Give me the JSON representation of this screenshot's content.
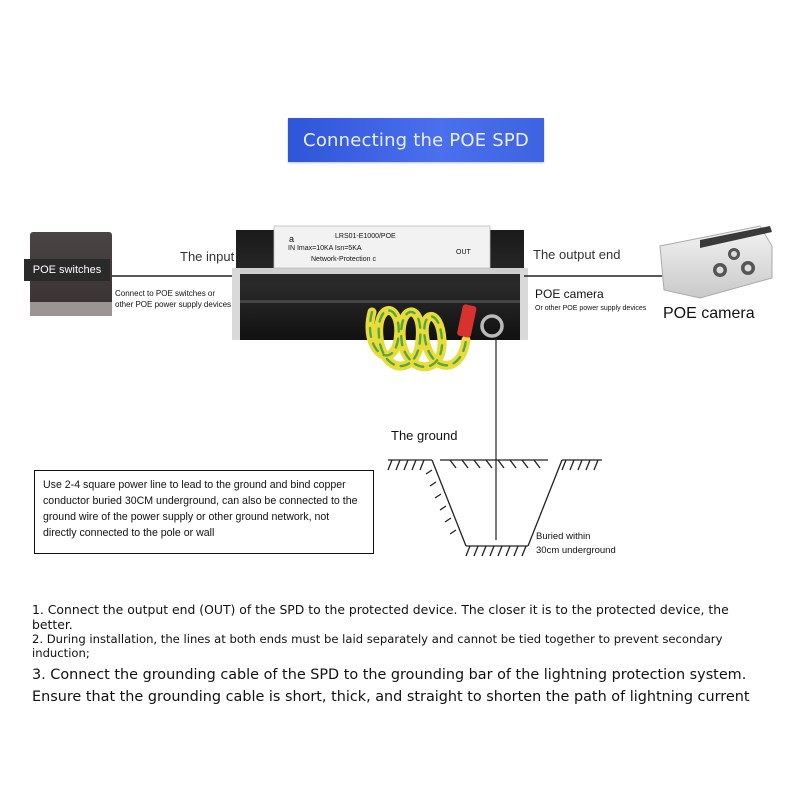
{
  "title": "Connecting the POE SPD",
  "switch": {
    "label": "POE switches",
    "caption_line1": "Connect to POE switches or",
    "caption_line2": "other POE power supply devices"
  },
  "spd": {
    "brand": "a",
    "model": "LRS01-E1000/POE",
    "spec": "IN Imax=10KA Isn=5KA",
    "name": "Network-Protection c",
    "out": "OUT"
  },
  "labels": {
    "input": "The input",
    "output": "The output end",
    "camera_short": "POE camera",
    "camera_caption": "Or other POE power supply devices",
    "camera_big": "POE camera",
    "ground": "The ground",
    "buried_line1": "Buried within",
    "buried_line2": "30cm underground"
  },
  "ground_note": "Use 2-4 square power line to lead to the ground and bind copper conductor buried 30CM underground, can also be connected to the ground wire of the power supply or other ground network, not directly connected to the pole or wall",
  "steps": [
    "1. Connect the output end (OUT) of the SPD to the protected device. The closer it is to the protected device, the better.",
    "2. During installation, the lines at both ends must be laid separately and cannot be tied together to prevent secondary induction;",
    "3. Connect the grounding cable of the SPD to the grounding bar of the lightning protection system. Ensure that the grounding cable is short, thick, and straight to shorten the path of lightning current"
  ],
  "colors": {
    "banner": "#3a60e4",
    "ground_wire_yellow": "#e8dc3a",
    "ground_wire_green": "#5aa63e",
    "lug_red": "#d8322e"
  }
}
